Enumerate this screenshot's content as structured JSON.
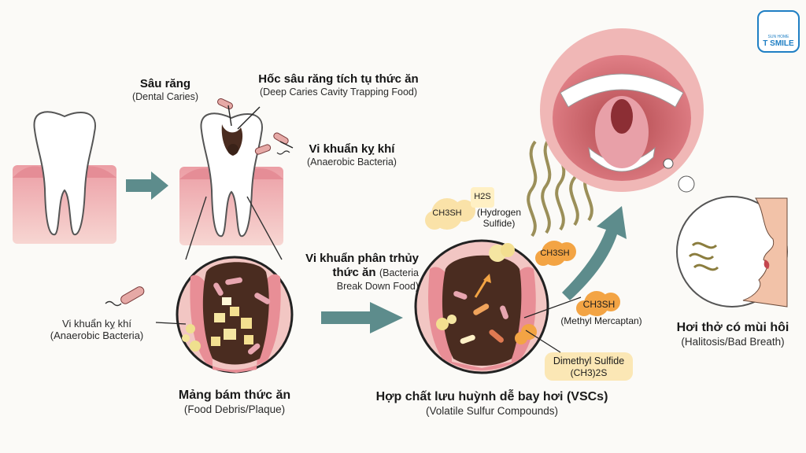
{
  "logo": {
    "top_text": "SUN HOME",
    "name": "T SMILE"
  },
  "labels": {
    "dental_caries": {
      "vi": "Sâu răng",
      "en": "(Dental Caries)"
    },
    "caries_cavity": {
      "vi": "Hốc sâu răng tích tụ thức ăn",
      "en": "(Deep Caries Cavity Trapping Food)"
    },
    "anaerobic_top": {
      "vi": "Vi khuẩn kỵ khí",
      "en": "(Anaerobic Bacteria)"
    },
    "anaerobic_left": {
      "vi": "Vi khuẩn kỵ khí",
      "en": "(Anaerobic Bacteria)"
    },
    "breakdown": {
      "vi1": "Vi khuẩn phân trhủy",
      "vi2": "thức ăn",
      "en1": "(Bacteria",
      "en2": "Break Down Food)"
    },
    "food_plaque": {
      "vi": "Mảng bám thức ăn",
      "en": "(Food Debris/Plaque)"
    },
    "vsc": {
      "vi": "Hợp chất lưu huỳnh dễ bay hơi (VSCs)",
      "en": "(Volatile Sulfur Compounds)"
    },
    "halitosis": {
      "vi": "Hơi thở có mùi hôi",
      "en": "(Halitosis/Bad Breath)"
    }
  },
  "chemicals": {
    "ch3sh_a": "CH3SH",
    "h2s": "H2S",
    "hydrogen_sulfide": "(Hydrogen Sulfide)",
    "ch3sh_b": "CH3SH",
    "ch3sh_c": "CH3SH",
    "methyl_mercaptan": "(Methyl Mercaptan)",
    "dimethyl_sulfide": "Dimethyl Sulfide",
    "dms_formula": "(CH3)2S"
  },
  "colors": {
    "gum": "#e79aa0",
    "tooth": "#ffffff",
    "arrow": "#5d8c8c",
    "plaque": "#4a2c20",
    "bubble": "#f3a444",
    "gas": "#8b7d3e"
  }
}
